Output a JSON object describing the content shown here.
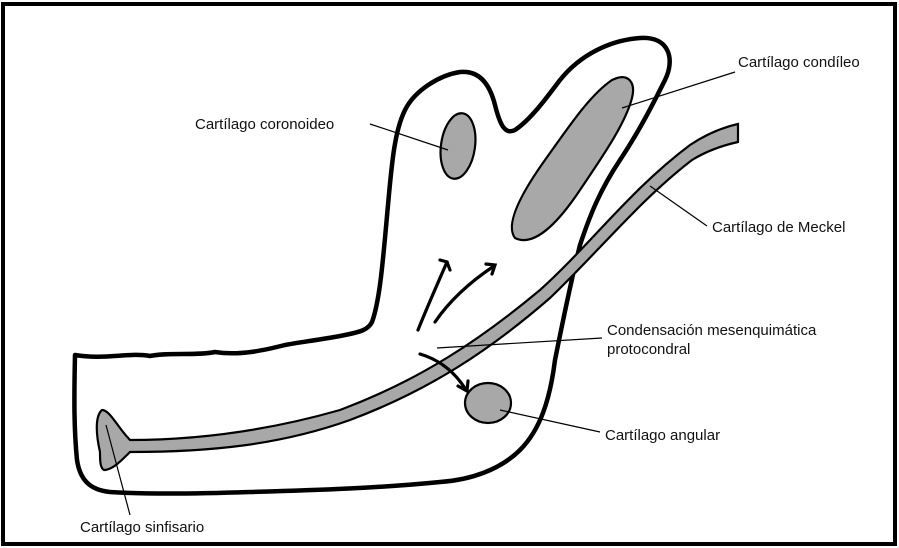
{
  "labels": {
    "coronoid": "Cartílago coronoideo",
    "condylar": "Cartílago condíleo",
    "meckel": "Cartílago de Meckel",
    "condensation_line1": "Condensación mesenquimática",
    "condensation_line2": "protocondral",
    "angular": "Cartílago angular",
    "symphyseal": "Cartílago sinfisario"
  },
  "colors": {
    "cartilage_fill": "#a8a8a8",
    "outline": "#000000",
    "background": "#ffffff"
  }
}
